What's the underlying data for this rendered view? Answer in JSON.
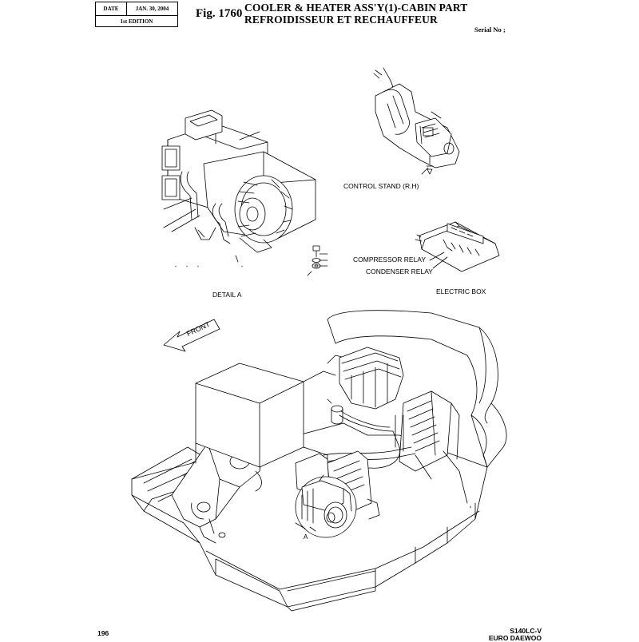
{
  "header": {
    "date_label": "DATE",
    "date_value": "JAN. 30, 2004",
    "edition": "1st EDITION",
    "fig_number": "Fig. 1760",
    "title_line1": "COOLER & HEATER ASS'Y(1)-CABIN PART",
    "title_line2": "REFROIDISSEUR ET RECHAUFFEUR",
    "serial": "Serial No ;"
  },
  "labels": {
    "control_stand": "CONTROL STAND (R.H)",
    "compressor_relay": "COMPRESSOR RELAY",
    "condenser_relay": "CONDENSER RELAY",
    "electric_box": "ELECTRIC BOX",
    "detail_a": "DETAIL  A",
    "front_arrow": "FRONT",
    "callout_a": "A"
  },
  "footer": {
    "page_number": "196",
    "model": "S140LC-V",
    "brand": "EURO DAEWOO"
  }
}
